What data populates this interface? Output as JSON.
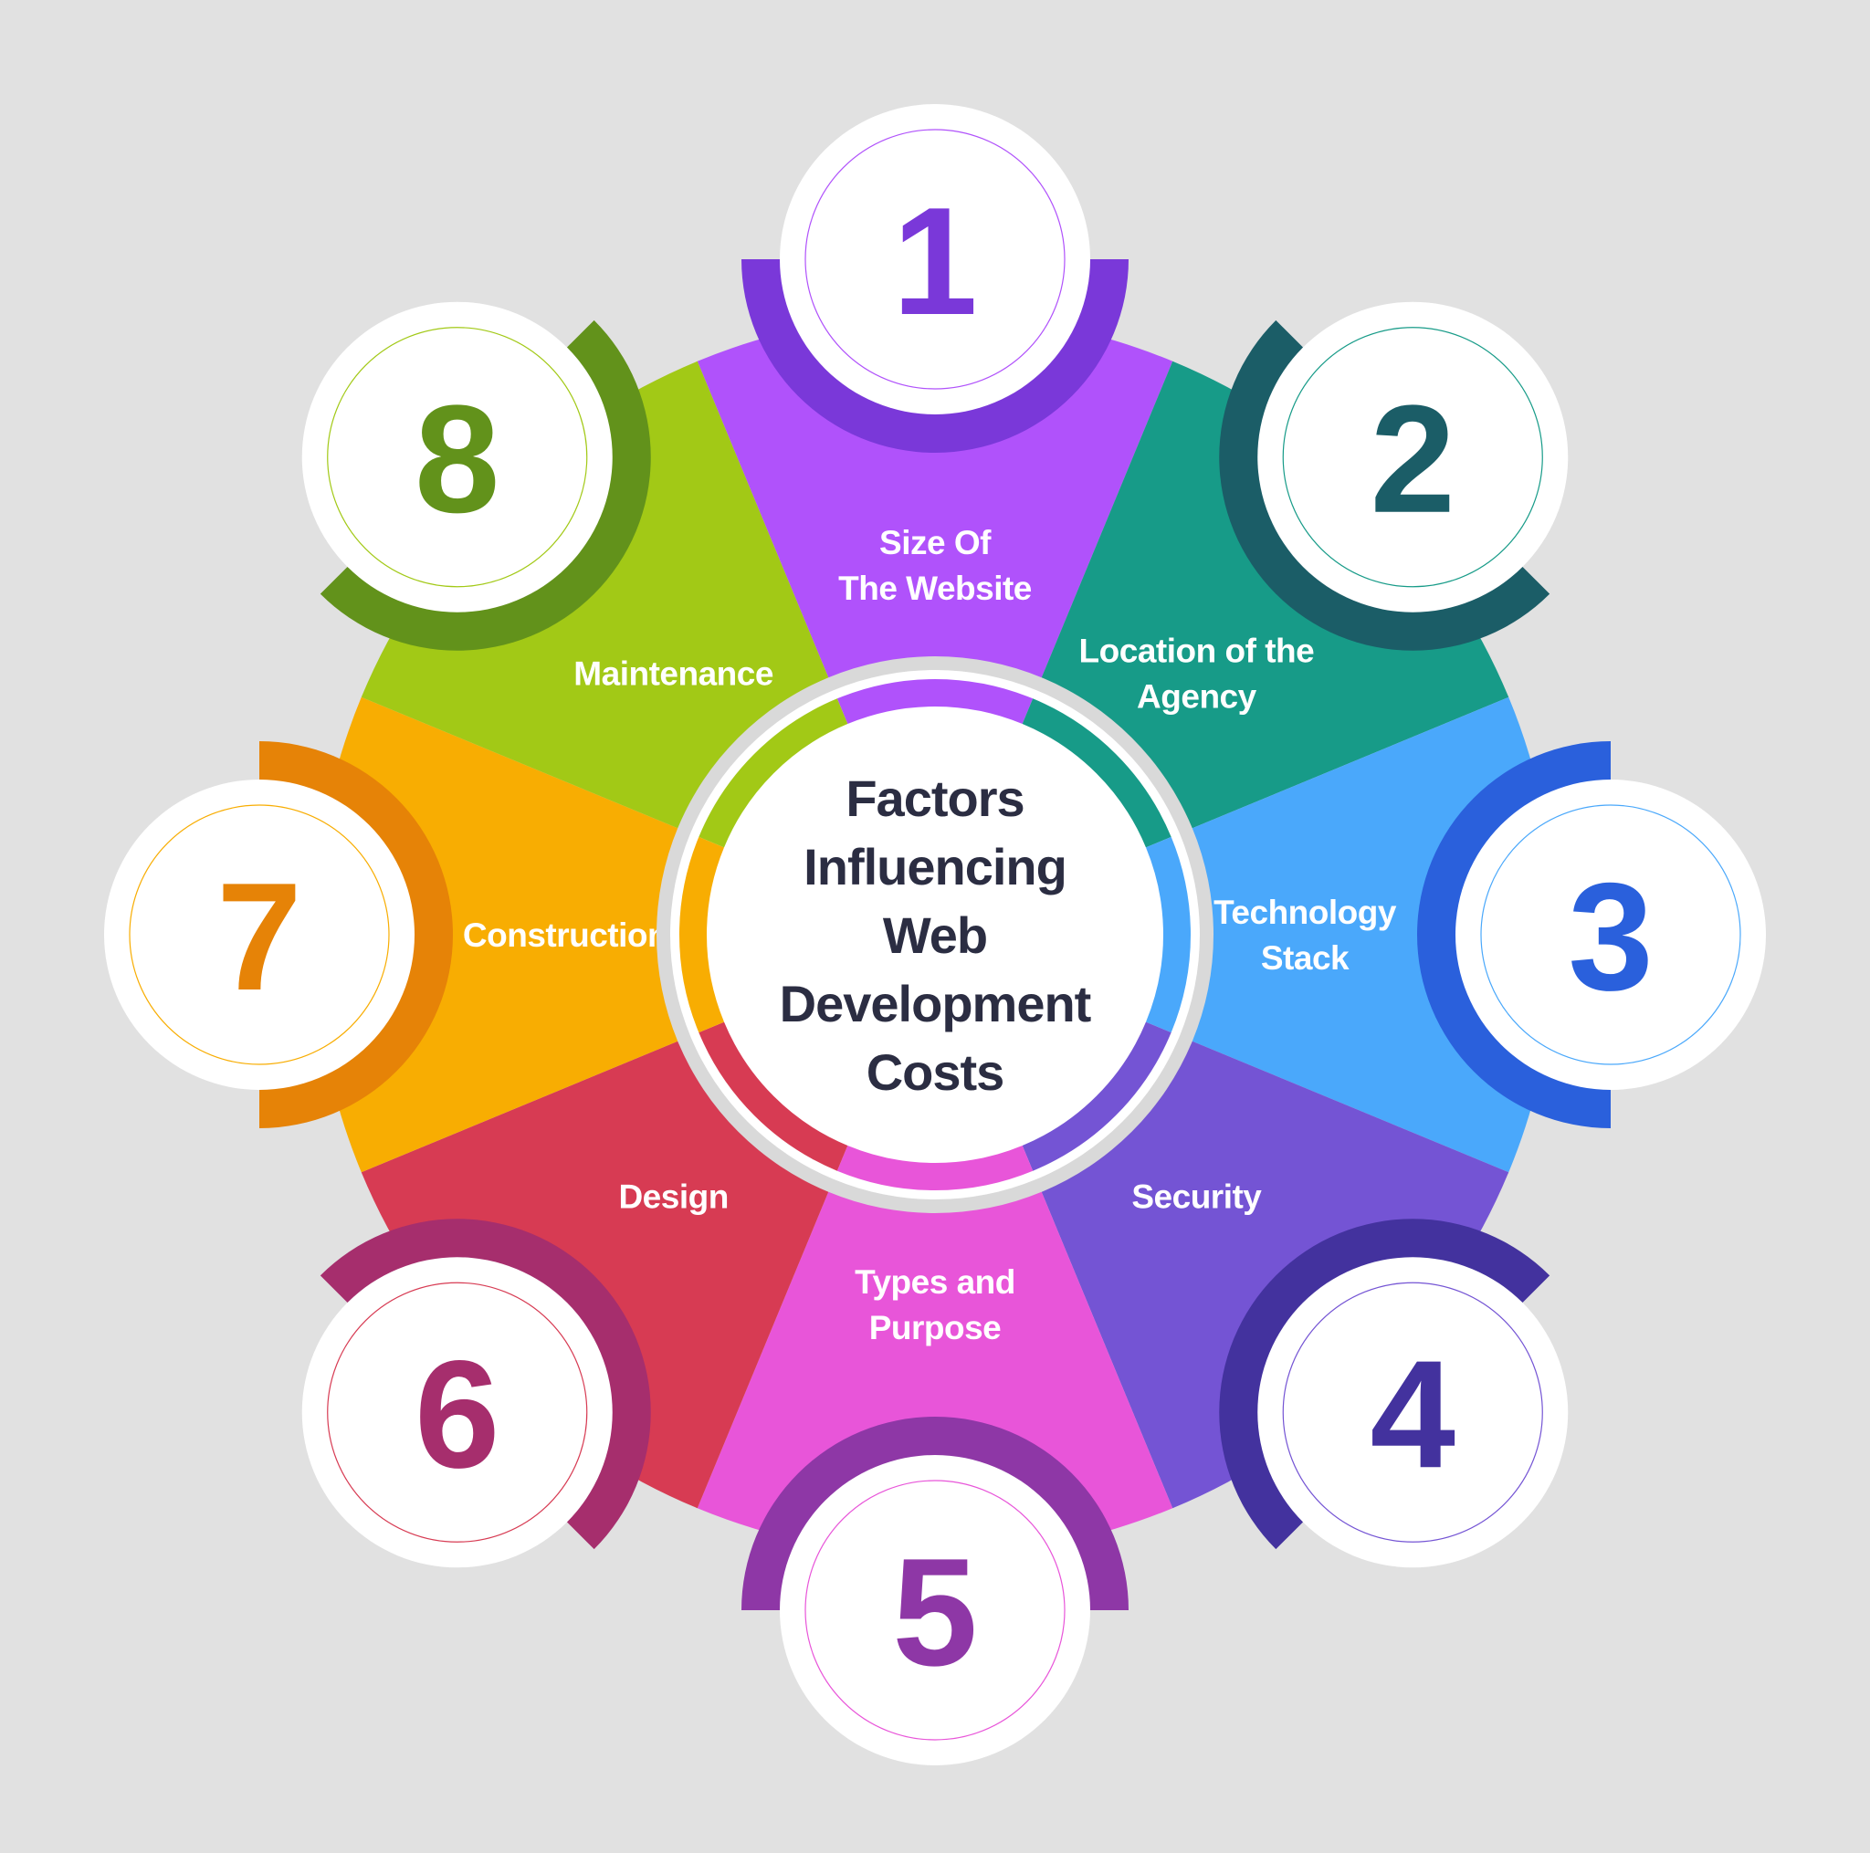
{
  "title_lines": [
    "Factors",
    "Influencing",
    "Web",
    "Development",
    "Costs"
  ],
  "colors": {
    "background": "#e1e1e1",
    "title_text": "#2b2d42",
    "segment_label": "#ffffff",
    "badge_fill": "#ffffff"
  },
  "factors": [
    {
      "number": "1",
      "label_lines": [
        "Size Of",
        "The Website"
      ],
      "color": "#b052fb",
      "dark": "#7a38d9"
    },
    {
      "number": "2",
      "label_lines": [
        "Location of the",
        "Agency"
      ],
      "color": "#179b88",
      "dark": "#1b5d67"
    },
    {
      "number": "3",
      "label_lines": [
        "Technology",
        "Stack"
      ],
      "color": "#4aa8fb",
      "dark": "#2a60dc"
    },
    {
      "number": "4",
      "label_lines": [
        "Security"
      ],
      "color": "#7454d4",
      "dark": "#43329e"
    },
    {
      "number": "5",
      "label_lines": [
        "Types and",
        "Purpose"
      ],
      "color": "#e855d9",
      "dark": "#8e37a6"
    },
    {
      "number": "6",
      "label_lines": [
        "Design"
      ],
      "color": "#d73b53",
      "dark": "#a62e6d"
    },
    {
      "number": "7",
      "label_lines": [
        "Construction"
      ],
      "color": "#f8ad02",
      "dark": "#e68307"
    },
    {
      "number": "8",
      "label_lines": [
        "Maintenance"
      ],
      "color": "#a2c916",
      "dark": "#62921b"
    }
  ]
}
